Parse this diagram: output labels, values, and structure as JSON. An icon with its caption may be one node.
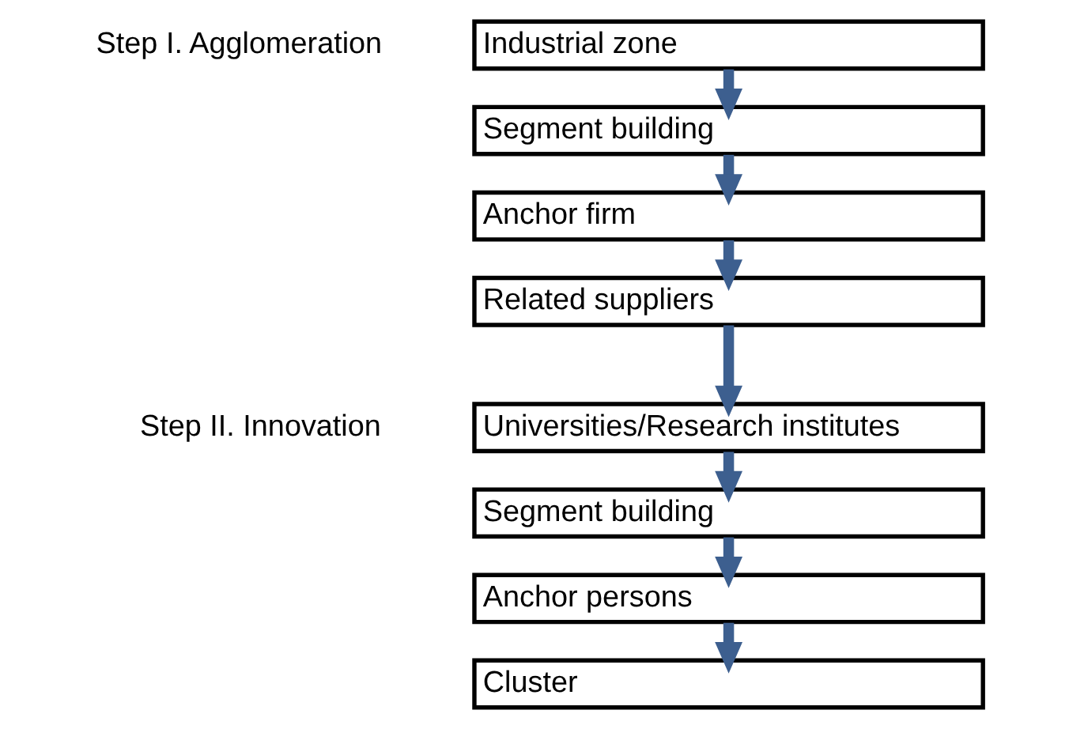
{
  "diagram": {
    "nodes": [
      {
        "text": [
          "Industrial zone"
        ]
      },
      {
        "text": [
          "Segment building"
        ]
      },
      {
        "text": [
          "Anchor firm"
        ]
      },
      {
        "text": [
          "Related suppliers"
        ]
      },
      {
        "text": [
          "Universities/Research institutes"
        ]
      },
      {
        "text": [
          "Segment building"
        ]
      },
      {
        "text": [
          "Anchor persons"
        ]
      },
      {
        "text": [
          "Cluster"
        ]
      }
    ],
    "edges": [
      {
        "from": 0,
        "to": 1,
        "arrow": "to"
      },
      {
        "from": 1,
        "to": 2,
        "arrow": "to"
      },
      {
        "from": 2,
        "to": 3,
        "arrow": "to"
      },
      {
        "from": 3,
        "to": 4,
        "arrow": "to"
      },
      {
        "from": 4,
        "to": 5,
        "arrow": "to"
      },
      {
        "from": 5,
        "to": 6,
        "arrow": "to"
      },
      {
        "from": 6,
        "to": 7,
        "arrow": "to"
      }
    ],
    "labels": [
      "Step I. Agglomeration",
      "Step II. Innovation"
    ]
  }
}
